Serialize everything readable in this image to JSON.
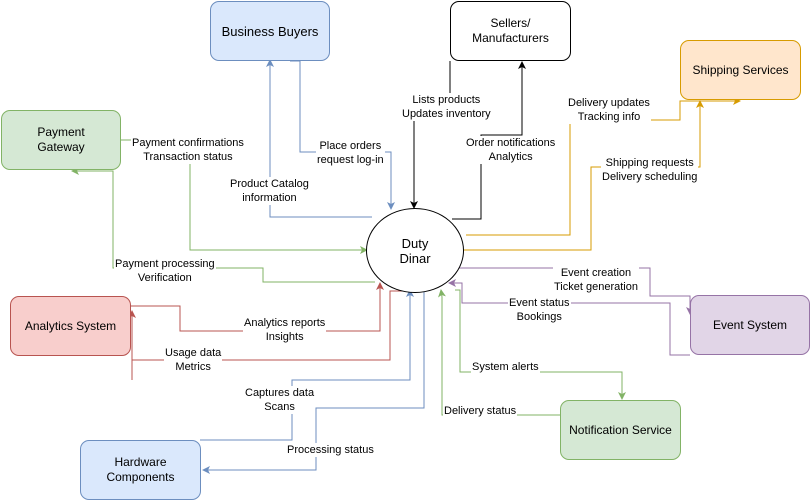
{
  "center": {
    "label": "Duty\nDinar"
  },
  "nodes": {
    "business_buyers": {
      "label": "Business Buyers",
      "fill": "#dae8fc",
      "stroke": "#6c8ebf"
    },
    "sellers": {
      "label": "Sellers/\nManufacturers",
      "fill": "#ffffff",
      "stroke": "#000000"
    },
    "shipping": {
      "label": "Shipping Services",
      "fill": "#ffe6cc",
      "stroke": "#d79b00"
    },
    "payment": {
      "label": "Payment\nGateway",
      "fill": "#d5e8d4",
      "stroke": "#82b366"
    },
    "analytics": {
      "label": "Analytics System",
      "fill": "#f8cecc",
      "stroke": "#b85450"
    },
    "event": {
      "label": "Event System",
      "fill": "#e1d5e7",
      "stroke": "#9673a6"
    },
    "notification": {
      "label": "Notification Service",
      "fill": "#d5e8d4",
      "stroke": "#82b366"
    },
    "hardware": {
      "label": "Hardware\nComponents",
      "fill": "#dae8fc",
      "stroke": "#6c8ebf"
    }
  },
  "edge_labels": {
    "place_orders": "Place orders\nrequest log-in",
    "product_catalog": "Product Catalog\ninformation",
    "lists_products": "Lists products\nUpdates inventory",
    "order_notifications": "Order notifications\nAnalytics",
    "delivery_updates": "Delivery updates\nTracking info",
    "shipping_requests": "Shipping requests\nDelivery scheduling",
    "payment_confirmations": "Payment confirmations\nTransaction status",
    "payment_processing": "Payment processing\nVerification",
    "analytics_reports": "Analytics reports\nInsights",
    "usage_data": "Usage data\nMetrics",
    "event_creation": "Event creation\nTicket generation",
    "event_status": "Event status\nBookings",
    "system_alerts": "System alerts",
    "delivery_status": "Delivery status",
    "captures_data": "Captures data\nScans",
    "processing_status": "Processing status"
  },
  "colors": {
    "blue": "#6c8ebf",
    "black": "#000000",
    "orange": "#d79b00",
    "green": "#82b366",
    "red": "#b85450",
    "purple": "#9673a6"
  }
}
